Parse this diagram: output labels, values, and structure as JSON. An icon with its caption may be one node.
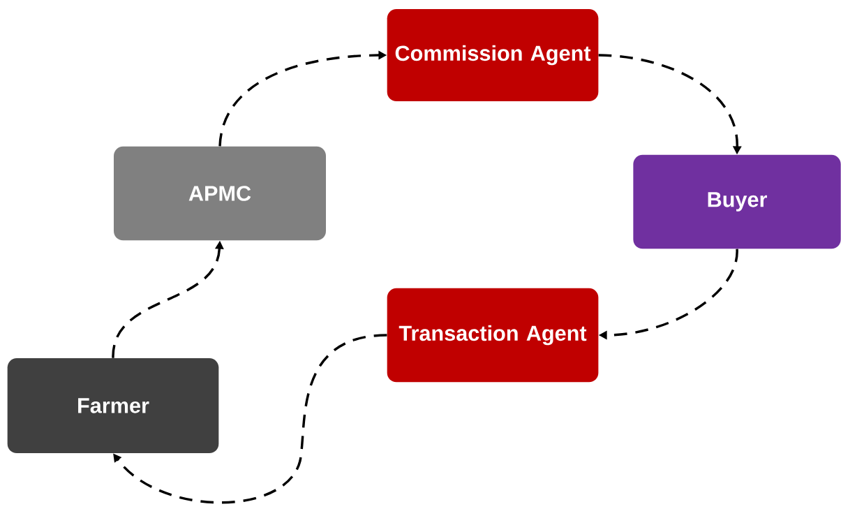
{
  "diagram": {
    "nodes": [
      {
        "text": [
          "Commission Agent"
        ]
      },
      {
        "text": [
          "APMC"
        ]
      },
      {
        "text": [
          "Buyer"
        ]
      },
      {
        "text": [
          "Transaction Agent"
        ]
      },
      {
        "text": [
          "Farmer"
        ]
      }
    ],
    "edges": [
      {
        "from": 4,
        "to": 1,
        "arrow": "to"
      },
      {
        "from": 1,
        "to": 0,
        "arrow": "to"
      },
      {
        "from": 0,
        "to": 2,
        "arrow": "to"
      },
      {
        "from": 2,
        "to": 3,
        "arrow": "to"
      },
      {
        "from": 3,
        "to": 4,
        "arrow": "to"
      }
    ]
  }
}
